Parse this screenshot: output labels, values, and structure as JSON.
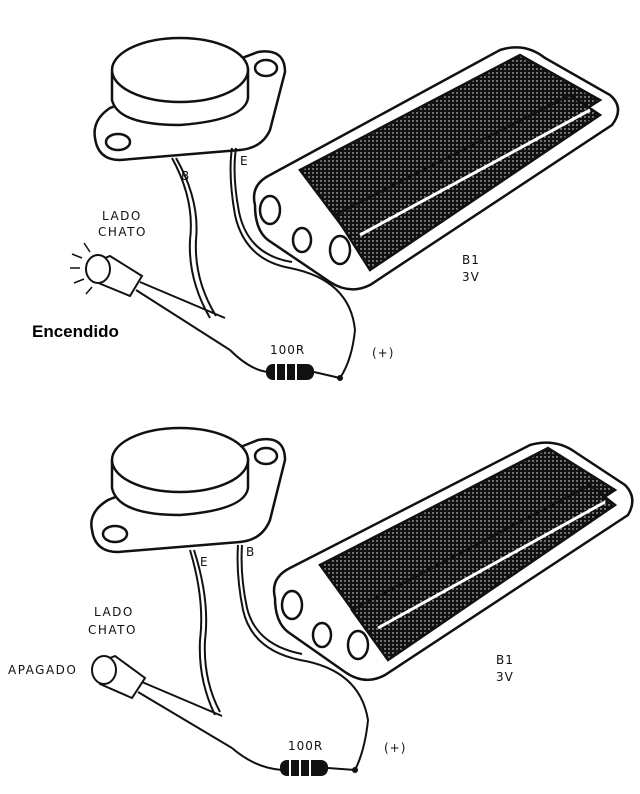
{
  "top": {
    "state_label": "Encendido",
    "flat_side_line1": "LADO",
    "flat_side_line2": "CHATO",
    "pin_b": "B",
    "pin_e": "E",
    "resistor": "100R",
    "plus": "(+)",
    "battery_name": "B1",
    "battery_voltage": "3V"
  },
  "bottom": {
    "state_label": "APAGADO",
    "flat_side_line1": "LADO",
    "flat_side_line2": "CHATO",
    "pin_e": "E",
    "pin_b": "B",
    "resistor": "100R",
    "plus": "(+)",
    "battery_name": "B1",
    "battery_voltage": "3V"
  },
  "colors": {
    "ink": "#111111",
    "paper": "#ffffff"
  }
}
